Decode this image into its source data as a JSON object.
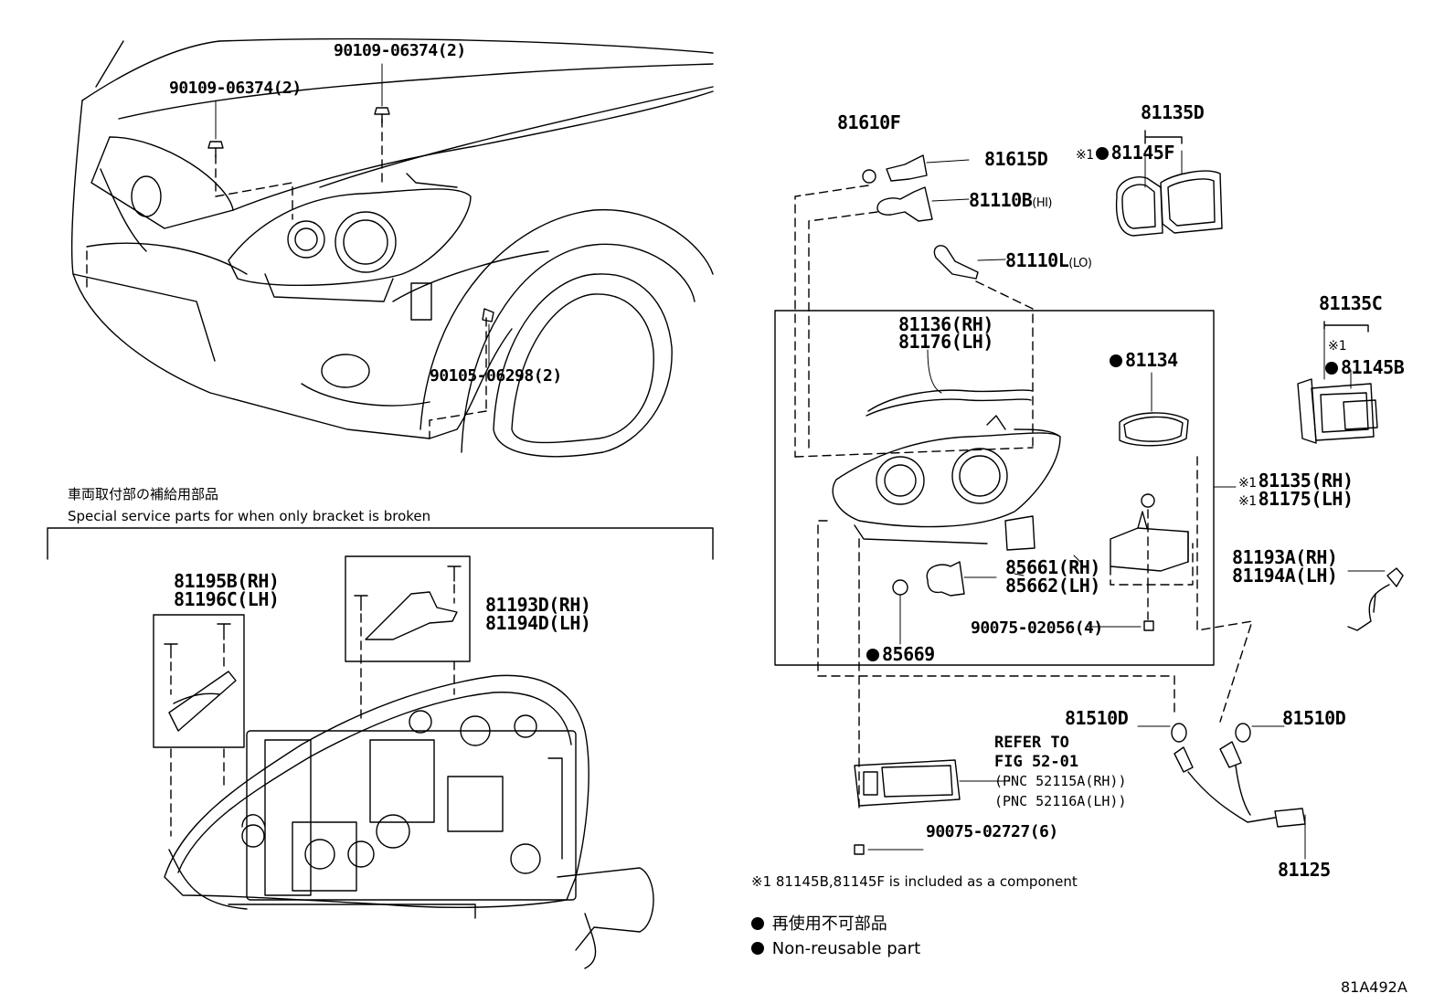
{
  "diagram_code": "81A492A",
  "top_left": {
    "bolt_a": "90109-06374(2)",
    "bolt_b": "90109-06374(2)",
    "bolt_c": "90105-06298(2)"
  },
  "bracket_section": {
    "title_jp": "車両取付部の補給用部品",
    "title_en": "Special service parts for when only bracket is broken",
    "bracket_left": [
      "81195B(RH)",
      "81196C(LH)"
    ],
    "bracket_right": [
      "81193D(RH)",
      "81194D(LH)"
    ]
  },
  "bulbs": {
    "p81610F": "81610F",
    "p81615D": "81615D",
    "p81110B": "81110B",
    "p81110B_note": "(HI)",
    "p81110L": "81110L",
    "p81110L_note": "(LO)"
  },
  "covers": {
    "p81135D": "81135D",
    "p81145F_mark": "※1",
    "p81145F": "81145F",
    "p81135C": "81135C",
    "p81145B_mark": "※1",
    "p81145B": "81145B"
  },
  "unit": {
    "lens_rh": "81136(RH)",
    "lens_lh": "81176(LH)",
    "gasket": "81134",
    "assy_mark": "※1",
    "assy_rh": "81135(RH)",
    "assy_lh": "81175(LH)",
    "socket_rh": "85661(RH)",
    "socket_lh": "85662(LH)",
    "screw": "90075-02056(4)",
    "oring": "85669"
  },
  "lower_right": {
    "wire_rh": "81193A(RH)",
    "wire_lh": "81194A(LH)",
    "bulb_left": "81510D",
    "bulb_right": "81510D",
    "socket_wire": "81125",
    "refer_1": "REFER TO",
    "refer_2": "FIG 52-01",
    "refer_3": "(PNC 52115A(RH))",
    "refer_4": "(PNC 52116A(LH))",
    "screw_2": "90075-02727(6)"
  },
  "footnote": "※1 81145B,81145F is included as a component",
  "legend": {
    "jp": "再使用不可部品",
    "en": "Non-reusable part"
  }
}
